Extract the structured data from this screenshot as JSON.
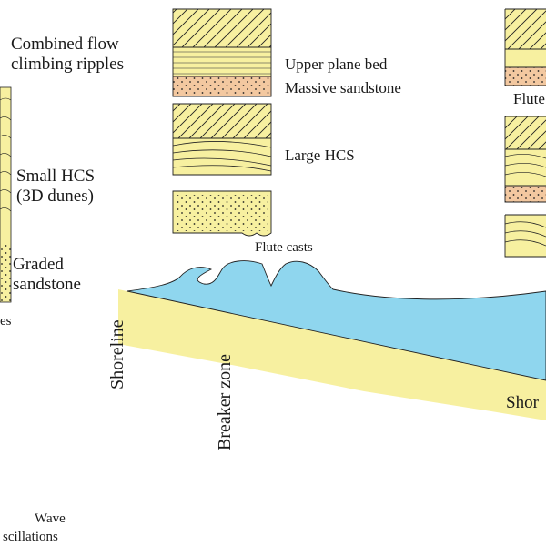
{
  "colors": {
    "sand": "#f7f0a0",
    "sand_dark": "#f2e27a",
    "massive_sand": "#f3c8a0",
    "water": "#8fd6ee",
    "line": "#222222"
  },
  "labels": {
    "combined_flow": [
      "Combined flow",
      "climbing ripples"
    ],
    "small_hcs": [
      "Small HCS",
      "(3D dunes)"
    ],
    "graded": [
      "Graded",
      "sandstone"
    ],
    "left_partial": "es",
    "upper_plane_bed": "Upper plane bed",
    "massive_sandstone": "Massive sandstone",
    "large_hcs": "Large HCS",
    "flute_casts": "Flute casts",
    "flute_partial": "Flute",
    "shoreline": "Shoreline",
    "breaker_zone": "Breaker zone",
    "shore_partial": "Shor",
    "wave": "Wave",
    "oscillations_partial": "scillations"
  }
}
